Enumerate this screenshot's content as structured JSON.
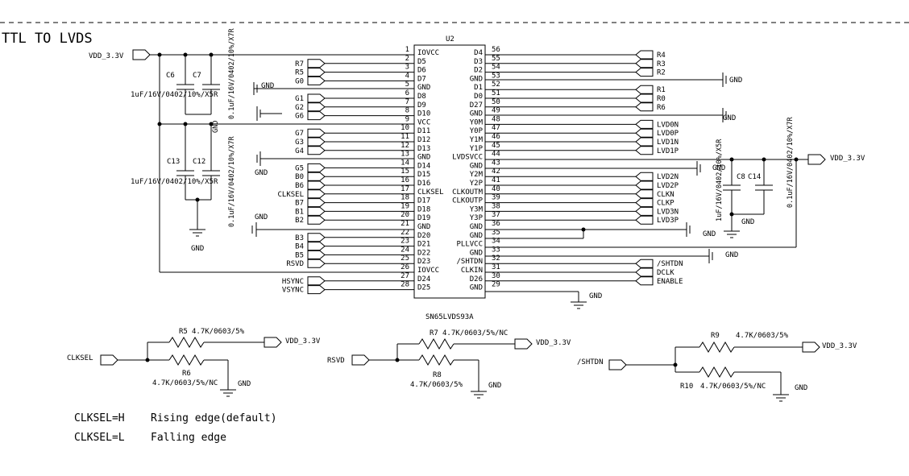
{
  "header": {
    "title": "TTL TO LVDS"
  },
  "chip": {
    "ref": "U2",
    "part": "SN65LVDS93A",
    "left_pins": [
      {
        "n": "1",
        "name": "IOVCC"
      },
      {
        "n": "2",
        "name": "D5"
      },
      {
        "n": "3",
        "name": "D6"
      },
      {
        "n": "4",
        "name": "D7"
      },
      {
        "n": "5",
        "name": "GND"
      },
      {
        "n": "6",
        "name": "D8"
      },
      {
        "n": "7",
        "name": "D9"
      },
      {
        "n": "8",
        "name": "D10"
      },
      {
        "n": "9",
        "name": "VCC"
      },
      {
        "n": "10",
        "name": "D11"
      },
      {
        "n": "11",
        "name": "D12"
      },
      {
        "n": "12",
        "name": "D13"
      },
      {
        "n": "13",
        "name": "GND"
      },
      {
        "n": "14",
        "name": "D14"
      },
      {
        "n": "15",
        "name": "D15"
      },
      {
        "n": "16",
        "name": "D16"
      },
      {
        "n": "17",
        "name": "CLKSEL"
      },
      {
        "n": "18",
        "name": "D17"
      },
      {
        "n": "19",
        "name": "D18"
      },
      {
        "n": "20",
        "name": "D19"
      },
      {
        "n": "21",
        "name": "GND"
      },
      {
        "n": "22",
        "name": "D20"
      },
      {
        "n": "23",
        "name": "D21"
      },
      {
        "n": "24",
        "name": "D22"
      },
      {
        "n": "25",
        "name": "D23"
      },
      {
        "n": "26",
        "name": "IOVCC"
      },
      {
        "n": "27",
        "name": "D24"
      },
      {
        "n": "28",
        "name": "D25"
      }
    ],
    "right_pins": [
      {
        "n": "56",
        "name": "D4"
      },
      {
        "n": "55",
        "name": "D3"
      },
      {
        "n": "54",
        "name": "D2"
      },
      {
        "n": "53",
        "name": "GND"
      },
      {
        "n": "52",
        "name": "D1"
      },
      {
        "n": "51",
        "name": "D0"
      },
      {
        "n": "50",
        "name": "D27"
      },
      {
        "n": "49",
        "name": "GND"
      },
      {
        "n": "48",
        "name": "Y0M"
      },
      {
        "n": "47",
        "name": "Y0P"
      },
      {
        "n": "46",
        "name": "Y1M"
      },
      {
        "n": "45",
        "name": "Y1P"
      },
      {
        "n": "44",
        "name": "LVDSVCC"
      },
      {
        "n": "43",
        "name": "GND"
      },
      {
        "n": "42",
        "name": "Y2M"
      },
      {
        "n": "41",
        "name": "Y2P"
      },
      {
        "n": "40",
        "name": "CLKOUTM"
      },
      {
        "n": "39",
        "name": "CLKOUTP"
      },
      {
        "n": "38",
        "name": "Y3M"
      },
      {
        "n": "37",
        "name": "Y3P"
      },
      {
        "n": "36",
        "name": "GND"
      },
      {
        "n": "35",
        "name": "GND"
      },
      {
        "n": "34",
        "name": "PLLVCC"
      },
      {
        "n": "33",
        "name": "GND"
      },
      {
        "n": "32",
        "name": "/SHTDN"
      },
      {
        "n": "31",
        "name": "CLKIN"
      },
      {
        "n": "30",
        "name": "D26"
      },
      {
        "n": "29",
        "name": "GND"
      }
    ]
  },
  "left_nets": [
    "R7",
    "R5",
    "G0",
    "G1",
    "G2",
    "G6",
    "G7",
    "G3",
    "G4",
    "G5",
    "B0",
    "B6",
    "CLKSEL",
    "B7",
    "B1",
    "B2",
    "B3",
    "B4",
    "B5",
    "RSVD",
    "HSYNC",
    "VSYNC"
  ],
  "right_nets": [
    "R4",
    "R3",
    "R2",
    "R1",
    "R0",
    "R6",
    "LVD0N",
    "LVD0P",
    "LVD1N",
    "LVD1P",
    "LVD2N",
    "LVD2P",
    "CLKN",
    "CLKP",
    "LVD3N",
    "LVD3P",
    "/SHTDN",
    "DCLK",
    "ENABLE"
  ],
  "power": {
    "vdd": "VDD_3.3V",
    "gnd": "GND"
  },
  "caps": {
    "c6": "C6",
    "c7": "C7",
    "c13": "C13",
    "c12": "C12",
    "c8": "C8",
    "c14": "C14",
    "val_1u": "1uF/16V/0402/10%/X5R",
    "val_01u": "0.1uF/16V/0402/10%/X7R",
    "val_01u_short": "0.1uF/16V/0402/10%/X7R",
    "val_1u_right": "1uF/16V/0402/10%/X5R"
  },
  "resistors": {
    "r5": "R5",
    "r5_val": "4.7K/0603/5%",
    "r6": "R6",
    "r6_val": "4.7K/0603/5%/NC",
    "r7": "R7",
    "r7_val": "4.7K/0603/5%/NC",
    "r8": "R8",
    "r8_val": "4.7K/0603/5%",
    "r9": "R9",
    "r9_val": "4.7K/0603/5%",
    "r10": "R10",
    "r10_val": "4.7K/0603/5%/NC"
  },
  "pullups": {
    "clksel": "CLKSEL",
    "rsvd": "RSVD",
    "shtdn": "/SHTDN"
  },
  "notes": {
    "line1_key": "CLKSEL=H",
    "line1_val": "Rising edge(default)",
    "line2_key": "CLKSEL=L",
    "line2_val": "Falling edge"
  }
}
